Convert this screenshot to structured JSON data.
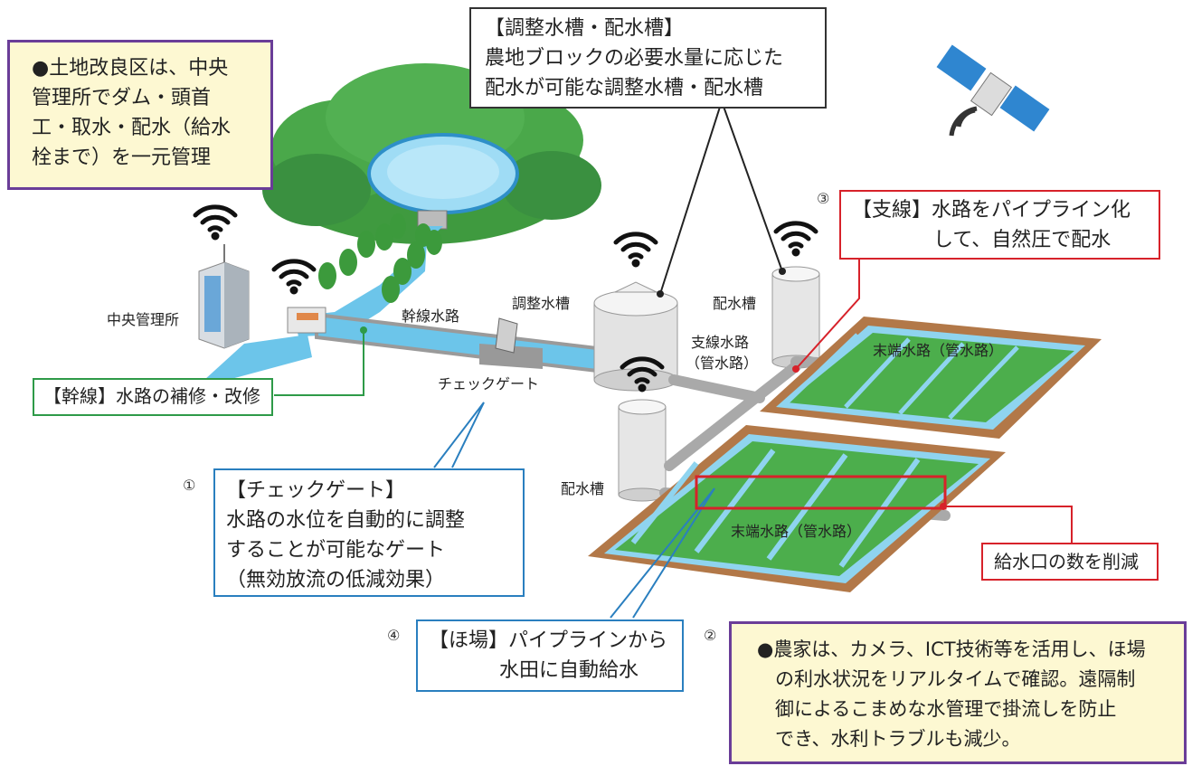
{
  "callouts": {
    "central_management": {
      "lines": [
        "●土地改良区は、中央",
        "管理所でダム・頭首",
        "工・取水・配水（給水",
        "栓まで）を一元管理"
      ]
    },
    "tank": {
      "lines": [
        "【調整水槽・配水槽】",
        "農地ブロックの必要水量に応じた",
        "配水が可能な調整水槽・配水槽"
      ]
    },
    "branch": {
      "lines": [
        "【支線】水路をパイプライン化",
        "して、自然圧で配水"
      ]
    },
    "main_line": {
      "text": "【幹線】水路の補修・改修"
    },
    "check_gate": {
      "lines": [
        "【チェックゲート】",
        "水路の水位を自動的に調整",
        "することが可能なゲート",
        "（無効放流の低減効果）"
      ]
    },
    "field": {
      "lines": [
        "【ほ場】パイプラインから",
        "水田に自動給水"
      ]
    },
    "outlet": {
      "text": "給水口の数を削減"
    },
    "farmers": {
      "lines": [
        "●農家は、カメラ、ICT技術等を活用し、ほ場",
        "の利水状況をリアルタイムで確認。遠隔制",
        "御によるこまめな水管理で掛流しを防止",
        "でき、水利トラブルも減少。"
      ]
    }
  },
  "labels": {
    "central_office": "中央管理所",
    "main_canal": "幹線水路",
    "regulating_tank": "調整水槽",
    "distribution_tank_top": "配水槽",
    "distribution_tank_bottom": "配水槽",
    "branch_canal": "支線水路",
    "branch_canal_sub": "（管水路）",
    "check_gate": "チェックゲート",
    "terminal_top": "末端水路（管水路）",
    "terminal_bottom": "末端水路（管水路）"
  },
  "numbers": {
    "n1": "①",
    "n2": "②",
    "n3": "③",
    "n4": "④"
  },
  "colors": {
    "water": "#6cc5ea",
    "paddy": "#4cae4c",
    "bund": "#b27848",
    "tree": "#3c9a3c",
    "purple": "#6a3d98",
    "red": "#d7222a",
    "green": "#2e9a48",
    "blue": "#2a7fbf"
  }
}
